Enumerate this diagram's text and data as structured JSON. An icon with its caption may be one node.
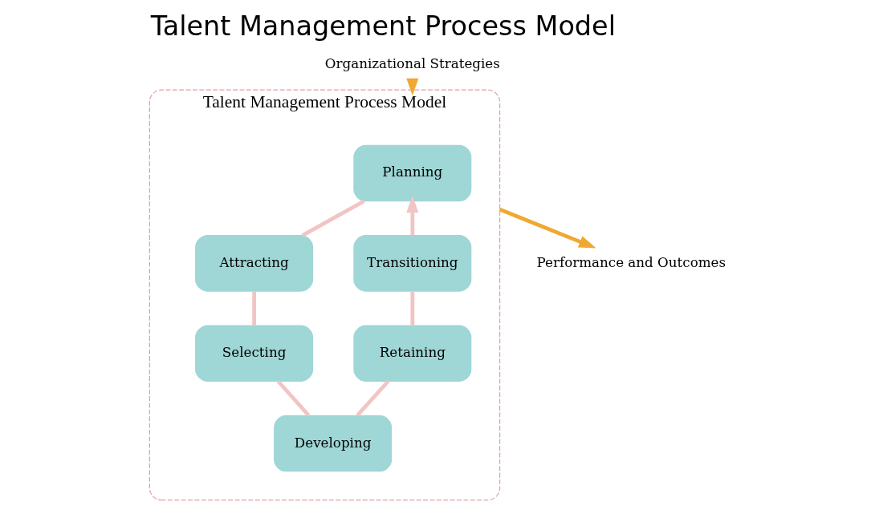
{
  "diagram": {
    "title": "Talent Management Process Model",
    "nodes": [
      {
        "text": [
          "Organizational Strategies"
        ]
      },
      {
        "text": [
          "Talent Management Process Model"
        ]
      },
      {
        "text": [
          "Planning"
        ],
        "in": 1
      },
      {
        "text": [
          "Transitioning"
        ],
        "in": 1
      },
      {
        "text": [
          "Attracting"
        ],
        "in": 1
      },
      {
        "text": [
          "Retaining"
        ],
        "in": 1
      },
      {
        "text": [
          "Selecting"
        ],
        "in": 1
      },
      {
        "text": [
          "Developing"
        ],
        "in": 1
      },
      {
        "text": [
          "Performance and Outcomes"
        ]
      }
    ],
    "edges": [
      {
        "from": 0,
        "to": 1,
        "arrow": "to",
        "color": "#f0a830"
      },
      {
        "from": 1,
        "to": 8,
        "arrow": "to",
        "color": "#f0a830"
      },
      {
        "from": 2,
        "to": 4,
        "arrow": "none"
      },
      {
        "from": 4,
        "to": 6,
        "arrow": "none"
      },
      {
        "from": 6,
        "to": 7,
        "arrow": "none"
      },
      {
        "from": 7,
        "to": 5,
        "arrow": "none"
      },
      {
        "from": 5,
        "to": 3,
        "arrow": "none"
      },
      {
        "from": 3,
        "to": 2,
        "arrow": "to"
      }
    ]
  }
}
